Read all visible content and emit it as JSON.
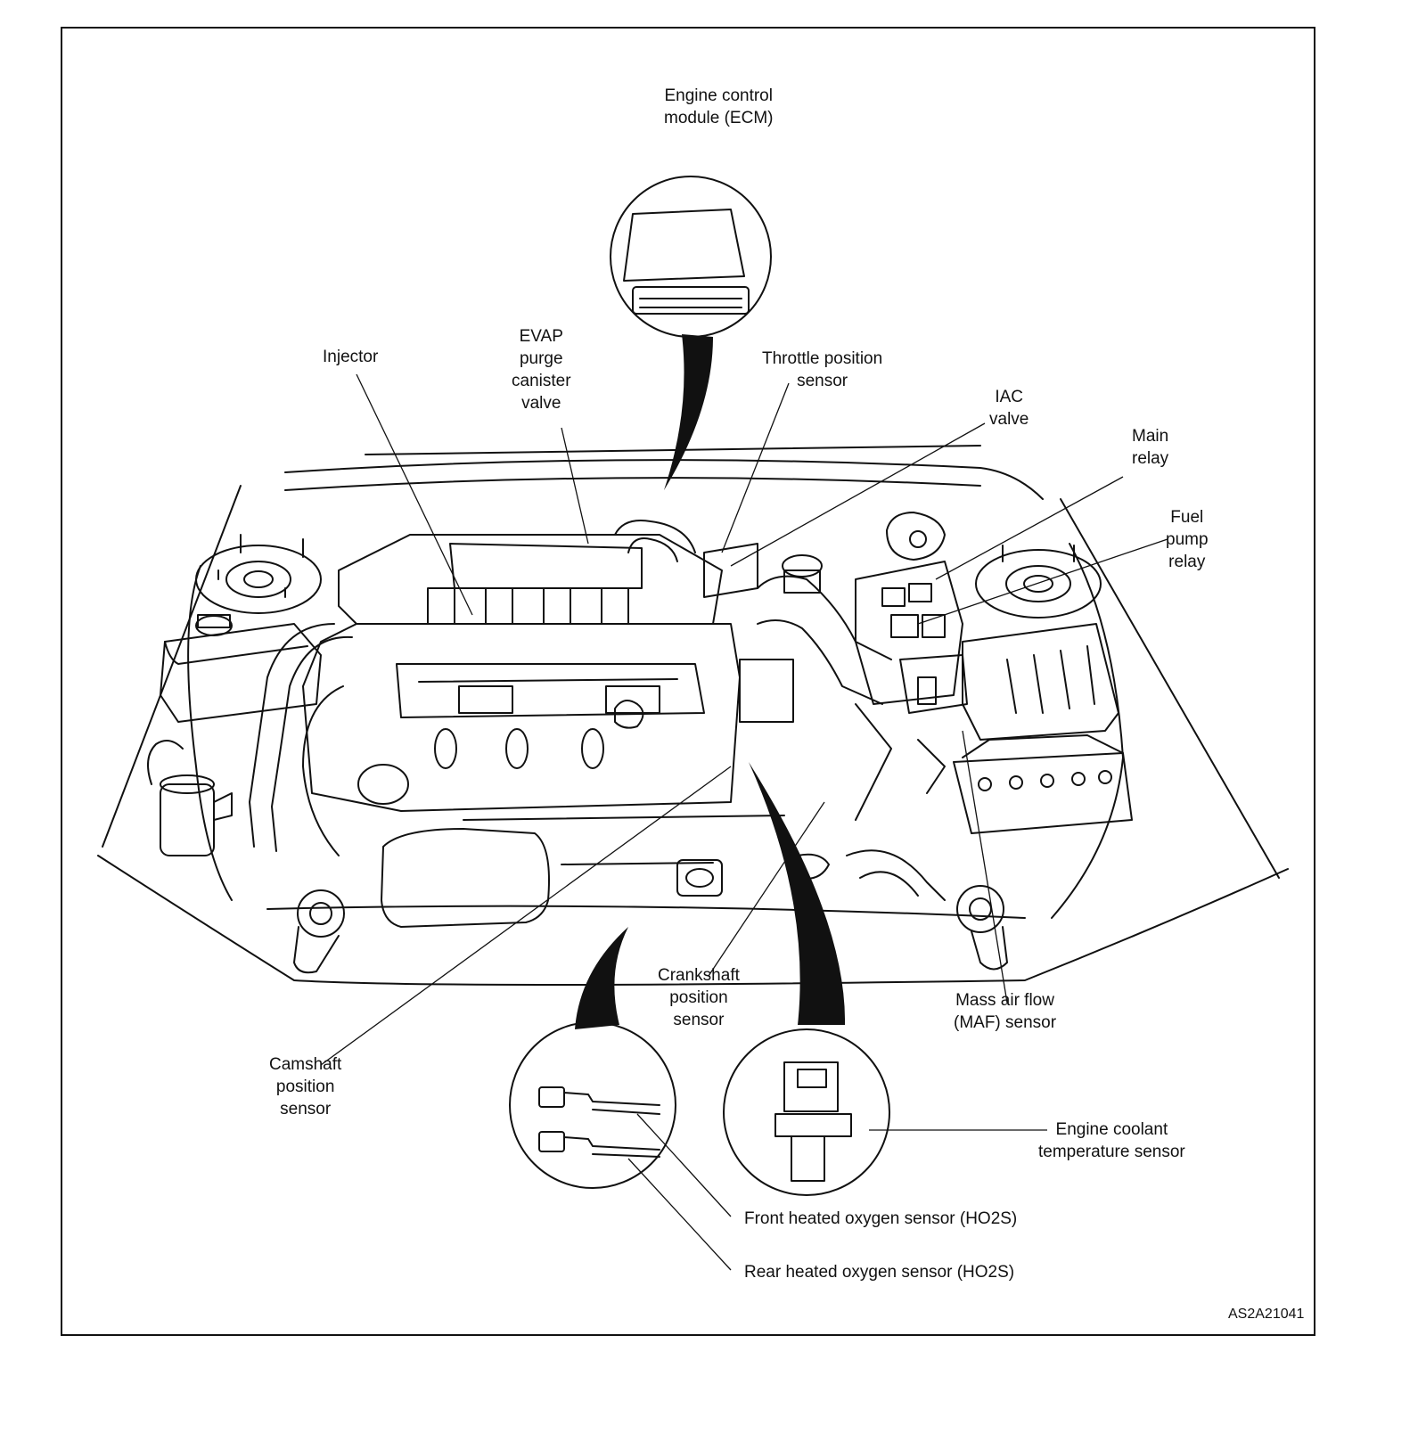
{
  "labels": {
    "ecm": "Engine control\nmodule (ECM)",
    "injector": "Injector",
    "evap": "EVAP\npurge\ncanister\nvalve",
    "tps": "Throttle position\nsensor",
    "iac": "IAC\nvalve",
    "main_relay": "Main\nrelay",
    "fuel_pump_relay": "Fuel\npump\nrelay",
    "crankshaft": "Crankshaft\nposition\nsensor",
    "maf": "Mass air flow\n(MAF) sensor",
    "camshaft": "Camshaft\nposition\nsensor",
    "ect": "Engine coolant\ntemperature sensor",
    "front_ho2s": "Front heated oxygen sensor (HO2S)",
    "rear_ho2s": "Rear heated oxygen sensor (HO2S)"
  },
  "figure_code": "AS2A21041",
  "colors": {
    "ink": "#111111",
    "paper": "#ffffff"
  }
}
